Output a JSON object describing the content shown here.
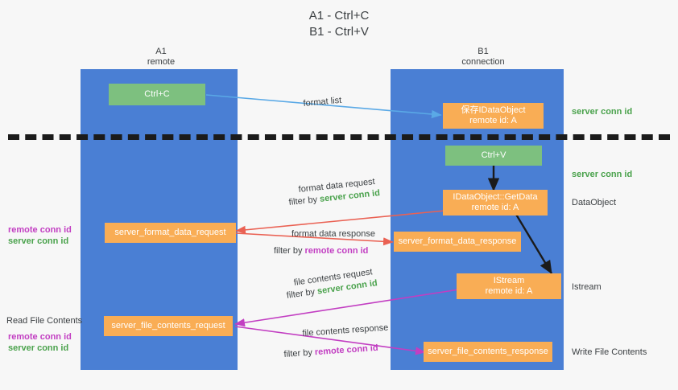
{
  "title": {
    "line1": "A1 - Ctrl+C",
    "line2": "B1 - Ctrl+V"
  },
  "columns": [
    {
      "id": "a1",
      "name": "A1",
      "sub": "remote"
    },
    {
      "id": "b1",
      "name": "B1",
      "sub": "connection"
    }
  ],
  "nodes": [
    {
      "id": "ctrl-c",
      "label": "Ctrl+C",
      "sub": "",
      "color": "#7dc07f"
    },
    {
      "id": "save-idataobject",
      "label": "保存IDataObject",
      "sub": "remote id: A",
      "color": "#f9ad55"
    },
    {
      "id": "ctrl-v",
      "label": "Ctrl+V",
      "sub": "",
      "color": "#7dc07f"
    },
    {
      "id": "idataobject-getdata",
      "label": "IDataObject::GetData",
      "sub": "remote id: A",
      "color": "#f9ad55"
    },
    {
      "id": "server-format-data-request",
      "label": "server_format_data_request",
      "sub": "",
      "color": "#f9ad55"
    },
    {
      "id": "server-format-data-response",
      "label": "server_format_data_response",
      "sub": "",
      "color": "#f9ad55"
    },
    {
      "id": "istream",
      "label": "IStream",
      "sub": "remote id: A",
      "color": "#f9ad55"
    },
    {
      "id": "server-file-contents-request",
      "label": "server_file_contents_request",
      "sub": "",
      "color": "#f9ad55"
    },
    {
      "id": "server-file-contents-response",
      "label": "server_file_contents_response",
      "sub": "",
      "color": "#f9ad55"
    }
  ],
  "edge_labels": {
    "format_list": "format list",
    "format_data_request": "format data request",
    "format_data_response": "format data response",
    "file_contents_request": "file contents request",
    "file_contents_response": "file contents response",
    "filter_by": "filter by",
    "server_conn_id": "server conn id",
    "remote_conn_id": "remote conn id"
  },
  "right_labels": [
    {
      "id": "server-conn-id-top",
      "text": "server conn id",
      "kind": "green"
    },
    {
      "id": "server-conn-id-second",
      "text": "server conn id",
      "kind": "green"
    },
    {
      "id": "dataobject",
      "text": "DataObject",
      "kind": "dark"
    },
    {
      "id": "istream-label",
      "text": "Istream",
      "kind": "dark"
    },
    {
      "id": "write-file-contents",
      "text": "Write File Contents",
      "kind": "dark"
    }
  ],
  "left_labels": [
    {
      "id": "remote-conn-id-upper",
      "text": "remote conn id",
      "kind": "magenta"
    },
    {
      "id": "server-conn-id-upper",
      "text": "server conn id",
      "kind": "green"
    },
    {
      "id": "read-file-contents",
      "text": "Read File Contents",
      "kind": "dark"
    },
    {
      "id": "remote-conn-id-lower",
      "text": "remote conn id",
      "kind": "magenta"
    },
    {
      "id": "server-conn-id-lower",
      "text": "server conn id",
      "kind": "green"
    }
  ],
  "colors": {
    "lane": "#4a7fd4",
    "green_box": "#7dc07f",
    "orange_box": "#f9ad55",
    "green_text": "#4aa24c",
    "magenta_text": "#c23ec2",
    "arrow_blue": "#5aa9e6",
    "arrow_red": "#ea6153",
    "arrow_magenta": "#c23ec2",
    "arrow_dark": "#1b1b1b",
    "background": "#f7f7f7"
  }
}
